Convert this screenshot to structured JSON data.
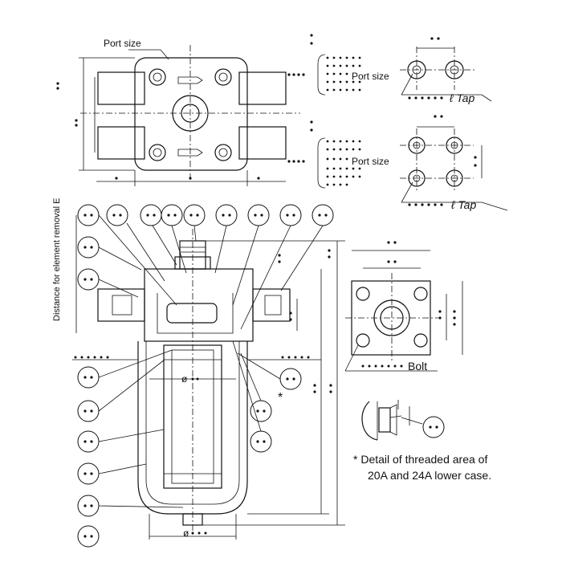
{
  "labels": {
    "port_size_top": "Port size",
    "port_size_tap1": "Port size",
    "port_size_tap2": "Port size",
    "tap1": "ℓ Tap",
    "tap2": "ℓ Tap",
    "bolt": "Bolt",
    "distance_removal": "Distance for element removal  E",
    "diameter_mid": "ø",
    "diameter_bottom": "ø",
    "asterisk_mark": "*",
    "note_line1": "* Detail of threaded area of",
    "note_line2": "20A and 24A lower case."
  },
  "colors": {
    "ink": "#111111",
    "paper": "#ffffff"
  }
}
